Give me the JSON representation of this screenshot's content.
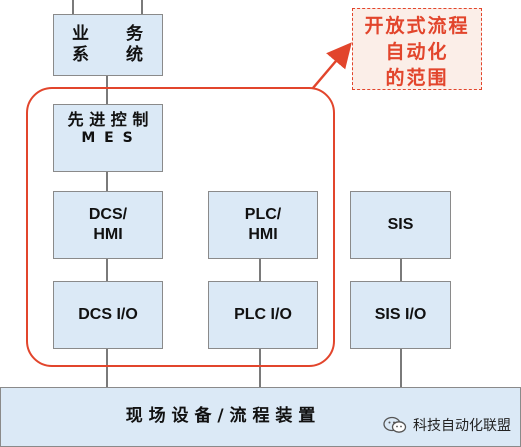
{
  "boxes": {
    "business": {
      "line1": "业　　务",
      "line2": "系　　统"
    },
    "advanced_control": {
      "line1": "先 进 控 制",
      "line2": "M E S"
    },
    "dcs_hmi": {
      "line1": "DCS/",
      "line2": "HMI"
    },
    "plc_hmi": {
      "line1": "PLC/",
      "line2": "HMI"
    },
    "sis": {
      "label": "SIS"
    },
    "dcs_io": {
      "label": "DCS I/O"
    },
    "plc_io": {
      "label": "PLC I/O"
    },
    "sis_io": {
      "label": "SIS I/O"
    },
    "field": {
      "label": "现 场 设 备 / 流 程 装 置"
    }
  },
  "callout": {
    "line1": "开放式流程",
    "line2": "自动化",
    "line3": "的范围"
  },
  "watermark": {
    "label": "科技自动化联盟",
    "icon": "wechat-icon"
  },
  "colors": {
    "box_fill": "#dbe9f6",
    "box_border": "#8a8a8a",
    "highlight": "#e2452c",
    "callout_fill": "#fbeee8"
  }
}
